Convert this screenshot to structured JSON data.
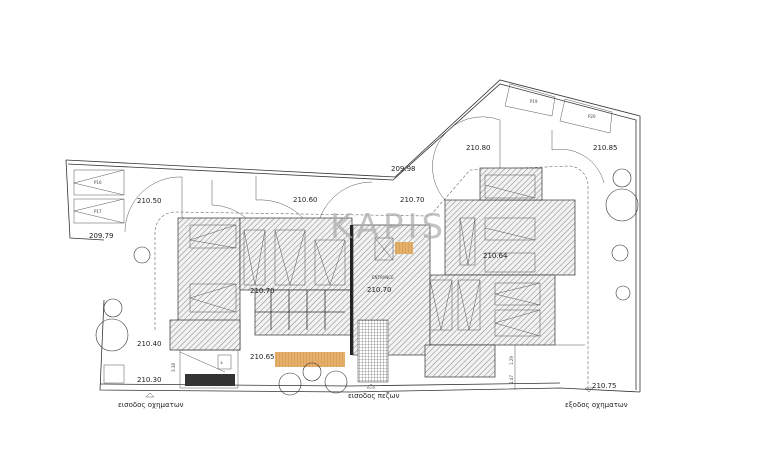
{
  "watermark": "KAPIS",
  "entrance_label": "ENTRANCE",
  "access_labels": {
    "vehicle_entry": "εισοδος οχηματων",
    "pedestrian_entry": "εισοδος πεζων",
    "vehicle_exit": "εξοδος οχηματων"
  },
  "elevations": [
    "210.50",
    "210.60",
    "209.79",
    "209.98",
    "210.70",
    "210.80",
    "210.85",
    "210.70",
    "210.70",
    "210.64",
    "210.40",
    "210.30",
    "210.65",
    "210.75"
  ],
  "parking_labels": [
    "P16",
    "P17",
    "P19",
    "P20"
  ],
  "dimensions": [
    "3.38",
    "1.29",
    "1.47"
  ],
  "colors": {
    "line": "#333333",
    "hatch": "#555555",
    "deck": "#d9a35a"
  }
}
